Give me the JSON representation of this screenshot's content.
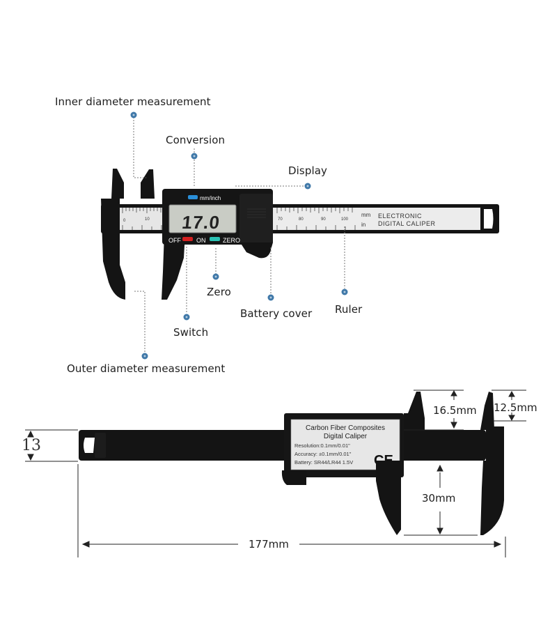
{
  "callouts": {
    "inner_diameter": "Inner diameter measurement",
    "conversion": "Conversion",
    "display": "Display",
    "zero": "Zero",
    "battery_cover": "Battery cover",
    "ruler": "Ruler",
    "switch": "Switch",
    "outer_diameter": "Outer diameter measurement"
  },
  "caliper_top": {
    "mode_button": "mm/inch",
    "readout": "17.0",
    "off_label": "OFF",
    "on_label": "ON",
    "zero_label": "ZERO",
    "brand_line1": "ELECTRONIC",
    "brand_line2": "DIGITAL CALIPER",
    "unit_mm": "mm",
    "unit_in": "in",
    "scale_left": [
      "0",
      "10"
    ],
    "scale_right": [
      "70",
      "80",
      "90",
      "100"
    ]
  },
  "caliper_bottom": {
    "label_line1": "Carbon Fiber Composites",
    "label_line2": "Digital Caliper",
    "spec_resolution": "Resolution:0.1mm/0.01\"",
    "spec_accuracy": "Accuracy: ±0.1mm/0.01\"",
    "spec_battery": "Battery: SR44/LR44 1.5V",
    "ce_mark": "CE"
  },
  "dimensions": {
    "depth": "16.5mm",
    "upper_jaw": "12.5mm",
    "thickness": "13",
    "lower_jaw": "30mm",
    "length": "177mm"
  },
  "colors": {
    "body": "#111111",
    "ruler": "#e9e9e9",
    "lcd": "#c9ccc5",
    "off_button": "#d42020",
    "on_button": "#2bc2b4",
    "mode_button": "#2a8fd8",
    "leader_dot": "#3f78a8"
  }
}
